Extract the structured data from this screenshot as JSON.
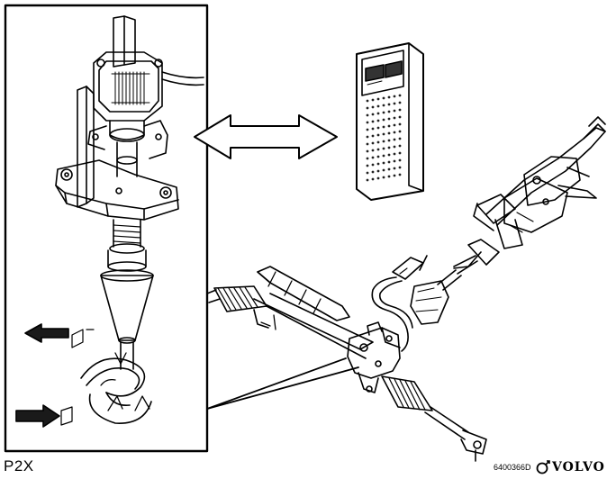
{
  "figure": {
    "caption": "P2X",
    "code": "6400366D",
    "brand_text": "VOLVO",
    "colors": {
      "ink": "#000000",
      "paper": "#ffffff",
      "dark_arrow": "#1a1a1a"
    }
  }
}
